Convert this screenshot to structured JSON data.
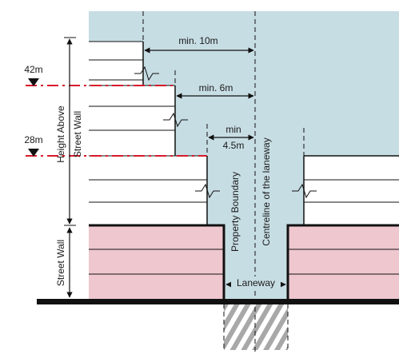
{
  "labels": {
    "min_10m": "min. 10m",
    "min_6m": "min. 6m",
    "min_4_5m_line1": "min",
    "min_4_5m_line2": "4.5m",
    "level_42m": "42m",
    "level_28m": "28m",
    "height_above_street_wall": "Height Above",
    "height_above_street_wall_2": "Street Wall",
    "street_wall": "Street Wall",
    "property_boundary": "Property Boundary",
    "centreline": "Centreline of the laneway",
    "laneway": "Laneway"
  },
  "colors": {
    "sky": "#c7dde4",
    "podium": "#efc7cf",
    "setback_line": "#d7192a",
    "line": "#111111",
    "hatch": "#a8a8a8"
  }
}
